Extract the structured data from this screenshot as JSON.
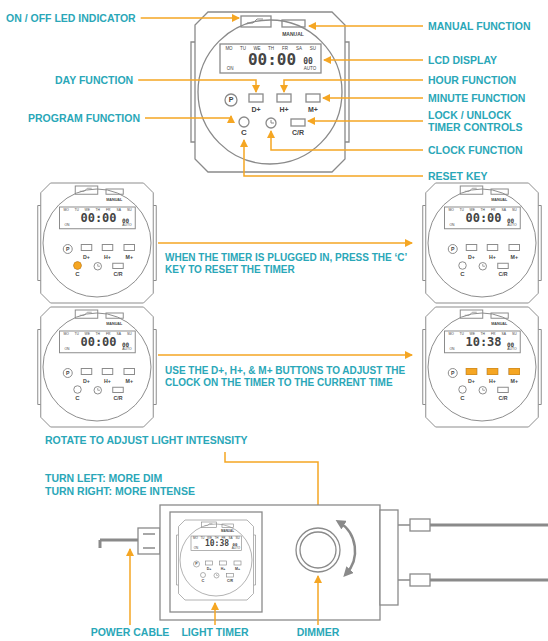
{
  "diagram": {
    "labels": [
      "ON / OFF LED INDICATOR",
      "MANUAL FUNCTION",
      "LCD DISPLAY",
      "DAY FUNCTION",
      "HOUR FUNCTION",
      "MINUTE FUNCTION",
      "PROGRAM FUNCTION",
      "LOCK / UNLOCK TIMER CONTROLS",
      "CLOCK FUNCTION",
      "RESET KEY",
      "MANUAL",
      "MO",
      "TU",
      "WE",
      "TH",
      "FR",
      "SA",
      "SU",
      "00:00",
      "00",
      "ON",
      "AUTO",
      "P",
      "D+",
      "H+",
      "M+",
      "C",
      "C/R",
      "MANUAL",
      "MO",
      "TU",
      "WE",
      "TH",
      "FR",
      "SA",
      "SU",
      "00:00",
      "00",
      "ON",
      "AUTO",
      "P",
      "D+",
      "H+",
      "M+",
      "C",
      "C/R",
      "WHEN THE TIMER IS PLUGGED IN, PRESS THE ‘C’ KEY TO RESET THE TIMER",
      "MANUAL",
      "MO",
      "TU",
      "WE",
      "TH",
      "FR",
      "SA",
      "SU",
      "00:00",
      "00",
      "ON",
      "AUTO",
      "P",
      "D+",
      "H+",
      "M+",
      "C",
      "C/R",
      "MANUAL",
      "MO",
      "TU",
      "WE",
      "TH",
      "FR",
      "SA",
      "SU",
      "00:00",
      "00",
      "ON",
      "AUTO",
      "P",
      "D+",
      "H+",
      "M+",
      "C",
      "C/R",
      "USE THE D+, H+, & M+ BUTTONS TO ADJUST THE CLOCK ON THE TIMER TO THE CURRENT TIME",
      "MANUAL",
      "MO",
      "TU",
      "WE",
      "TH",
      "FR",
      "SA",
      "SU",
      "10:38",
      "00",
      "ON",
      "AUTO",
      "P",
      "D+",
      "H+",
      "M+",
      "C",
      "C/R",
      "ROTATE TO ADJUST LIGHT INTESNSITY",
      "TURN LEFT: MORE DIM",
      "TURN RIGHT: MORE INTENSE",
      "MANUAL",
      "MO",
      "TU",
      "WE",
      "TH",
      "FR",
      "SA",
      "SU",
      "10:38",
      "00",
      "ON",
      "AUTO",
      "P",
      "D+",
      "H+",
      "M+",
      "C",
      "C/R",
      "POWER CABLE",
      "LIGHT TIMER",
      "DIMMER"
    ]
  }
}
